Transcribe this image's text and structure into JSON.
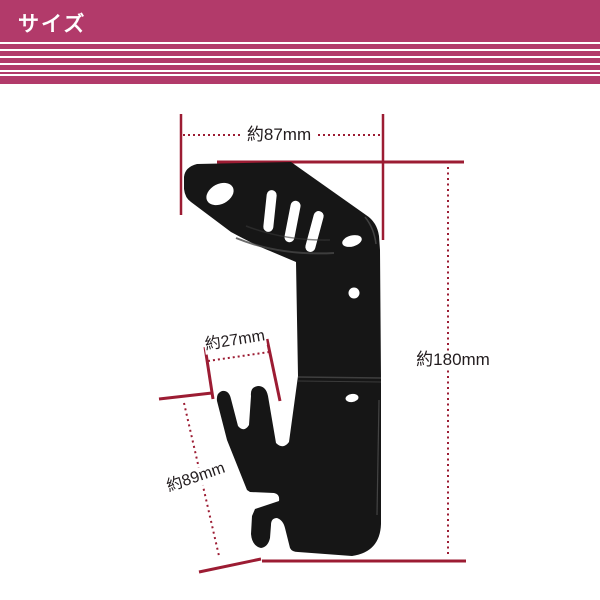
{
  "header": {
    "title": "サイズ"
  },
  "colors": {
    "header_magenta": "#b23a6a",
    "annotation_red": "#9c1c33",
    "label_text": "#221c1e",
    "bracket_black": "#161616",
    "background": "#ffffff"
  },
  "product": {
    "description": "black L-shaped metal mounting bracket photo with dimension annotations"
  },
  "dimensions": {
    "top_width": {
      "label": "約87mm"
    },
    "right_height": {
      "label": "約180mm"
    },
    "middle_width": {
      "label": "約27mm"
    },
    "left_height": {
      "label": "約89mm"
    }
  }
}
